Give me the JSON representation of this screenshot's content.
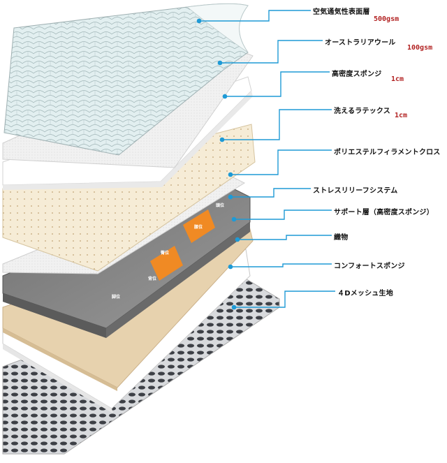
{
  "layers": [
    {
      "name": "空気通気性表面層",
      "value": "500gsm"
    },
    {
      "name": "オーストラリアウール",
      "value": "100gsm"
    },
    {
      "name": "高密度スポンジ",
      "value": "1cm"
    },
    {
      "name": "洗えるラテックス",
      "value": "1cm"
    },
    {
      "name": "ポリエステルフィラメントクロス",
      "value": ""
    },
    {
      "name": "ストレスリリーフシステム",
      "value": ""
    },
    {
      "name": "サポート層（高密度スポンジ）",
      "value": ""
    },
    {
      "name": "織物",
      "value": ""
    },
    {
      "name": "コンフォートスポンジ",
      "value": ""
    },
    {
      "name": "４Dメッシュ生地",
      "value": ""
    }
  ],
  "zone_markers": [
    "頭位",
    "腰位",
    "臀位",
    "背位",
    "脚位"
  ],
  "colors": {
    "leader": "#1e9ad6",
    "value_text": "#b22222",
    "orange_zone": "#f08a24",
    "gray_zone": "#7a7a7a"
  }
}
